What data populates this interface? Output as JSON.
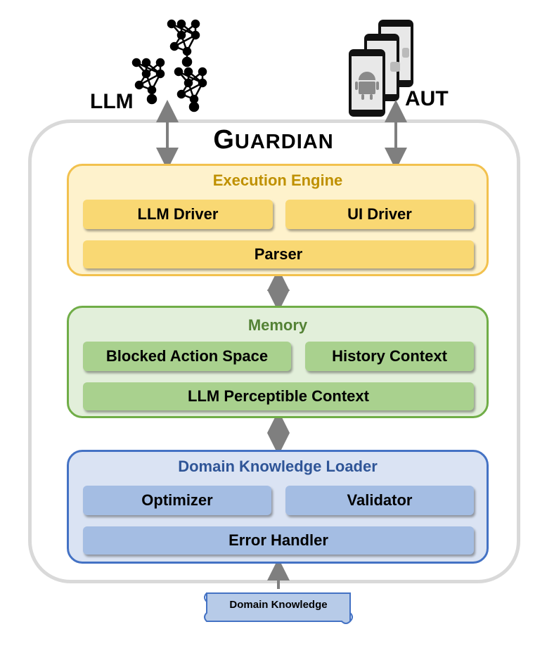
{
  "diagram": {
    "external": {
      "llm_label": "LLM",
      "aut_label": "AUT",
      "domain_knowledge_label": "Domain Knowledge"
    },
    "system": {
      "title_initial": "G",
      "title_rest": "UARDIAN"
    },
    "modules": {
      "execution_engine": {
        "title": "Execution Engine",
        "llm_driver": "LLM Driver",
        "ui_driver": "UI Driver",
        "parser": "Parser"
      },
      "memory": {
        "title": "Memory",
        "blocked_action_space": "Blocked Action Space",
        "history_context": "History Context",
        "llm_perceptible_context": "LLM Perceptible Context"
      },
      "domain_knowledge_loader": {
        "title": "Domain Knowledge Loader",
        "optimizer": "Optimizer",
        "validator": "Validator",
        "error_handler": "Error Handler"
      }
    },
    "colors": {
      "execution_engine": "#f2c14e",
      "memory": "#70ad47",
      "domain_knowledge_loader": "#4472c4",
      "arrows": "#7f7f7f"
    }
  }
}
